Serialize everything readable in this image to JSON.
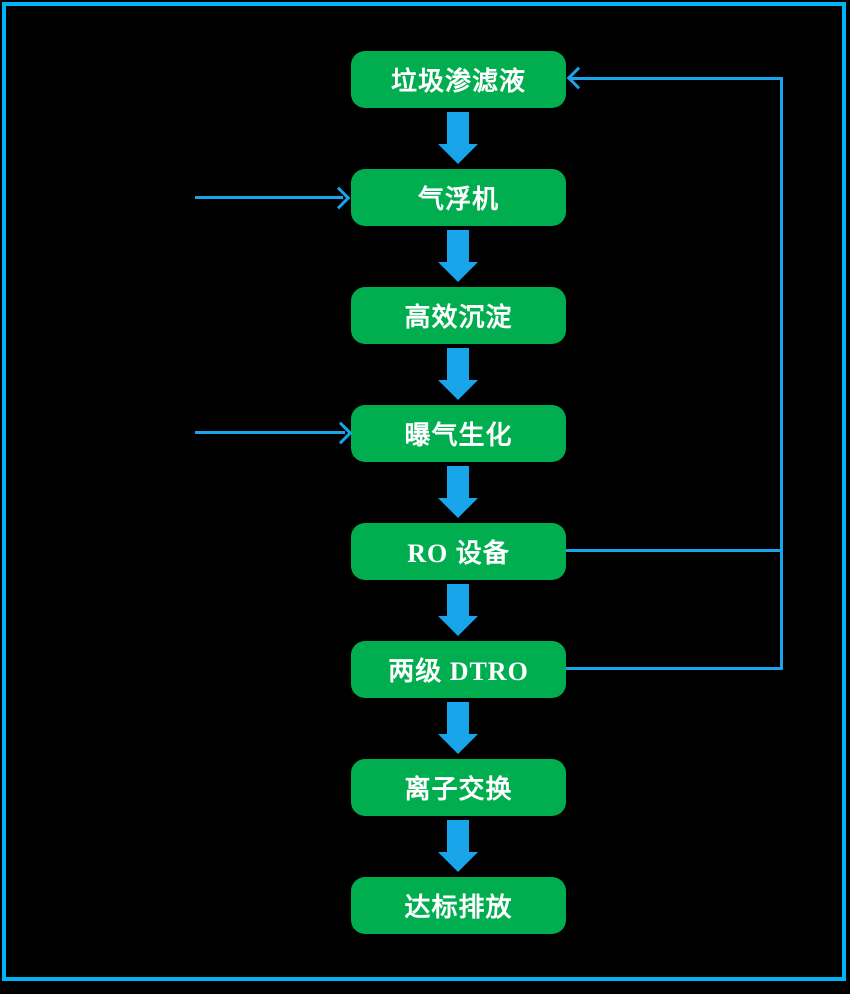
{
  "diagram": {
    "description_labels": {
      "node_count": 8
    },
    "nodes": [
      {
        "id": "leachate",
        "label": "垃圾渗滤液"
      },
      {
        "id": "air-flotation",
        "label": "气浮机"
      },
      {
        "id": "sedimentation",
        "label": "高效沉淀"
      },
      {
        "id": "aeration",
        "label": "曝气生化"
      },
      {
        "id": "ro-equipment",
        "label": "RO 设备"
      },
      {
        "id": "two-stage-dtro",
        "label": "两级 DTRO"
      },
      {
        "id": "ion-exchange",
        "label": "离子交换"
      },
      {
        "id": "discharge",
        "label": "达标排放"
      }
    ],
    "edges": [
      {
        "from": "leachate",
        "to": "air-flotation",
        "type": "block-down-arrow"
      },
      {
        "from": "air-flotation",
        "to": "sedimentation",
        "type": "block-down-arrow"
      },
      {
        "from": "sedimentation",
        "to": "aeration",
        "type": "block-down-arrow"
      },
      {
        "from": "aeration",
        "to": "ro-equipment",
        "type": "block-down-arrow"
      },
      {
        "from": "ro-equipment",
        "to": "two-stage-dtro",
        "type": "block-down-arrow"
      },
      {
        "from": "two-stage-dtro",
        "to": "ion-exchange",
        "type": "block-down-arrow"
      },
      {
        "from": "ion-exchange",
        "to": "discharge",
        "type": "block-down-arrow"
      },
      {
        "from": "ro-equipment",
        "to": "leachate",
        "type": "thin-feedback-line-right-side"
      },
      {
        "from": "two-stage-dtro",
        "to": "leachate",
        "type": "thin-feedback-line-right-side"
      },
      {
        "from": "external-left",
        "to": "air-flotation",
        "type": "thin-input-arrow"
      },
      {
        "from": "external-left",
        "to": "aeration",
        "type": "thin-input-arrow"
      }
    ],
    "colors": {
      "background": "#000000",
      "frame_border": "#00B4F6",
      "node_fill": "#00AE50",
      "arrow_blue": "#18A5E9",
      "node_text": "#FFFFFF"
    }
  }
}
